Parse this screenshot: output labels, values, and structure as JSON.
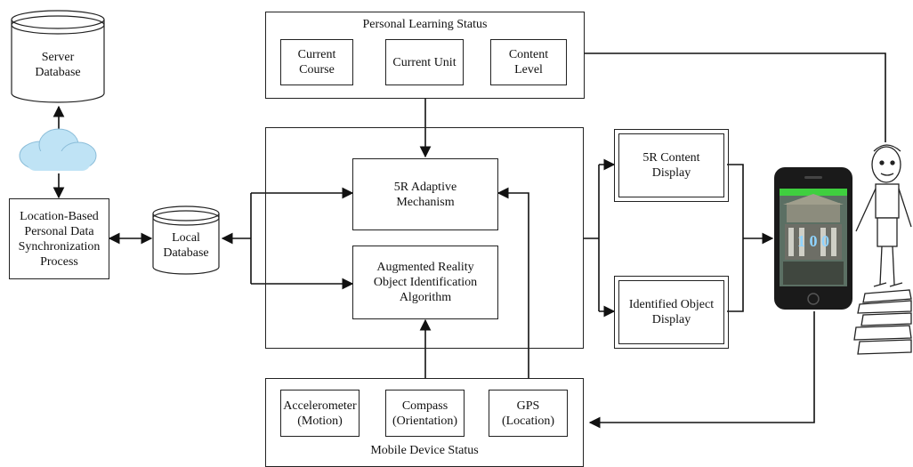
{
  "personal_learning_status": {
    "title": "Personal Learning Status",
    "items": [
      "Current\nCourse",
      "Current Unit",
      "Content\nLevel"
    ]
  },
  "core": {
    "adaptive": "5R Adaptive\nMechanism",
    "ar": "Augmented Reality\nObject Identification\nAlgorithm"
  },
  "mobile_device_status": {
    "title": "Mobile Device Status",
    "sensors": [
      "Accelerometer\n(Motion)",
      "Compass\n(Orientation)",
      "GPS\n(Location)"
    ]
  },
  "displays": {
    "content": "5R Content\nDisplay",
    "identified": "Identified Object\nDisplay"
  },
  "server_database": "Server\nDatabase",
  "sync_process": "Location-Based\nPersonal Data\nSynchronization\nProcess",
  "local_database": "Local\nDatabase",
  "phone": {
    "screen_numbers": "1 0 0"
  },
  "colors": {
    "stroke": "#222222",
    "cloud": "#bfe3f5",
    "phone_body": "#1a1a1a",
    "screen_bar": "#3fcf3f"
  }
}
